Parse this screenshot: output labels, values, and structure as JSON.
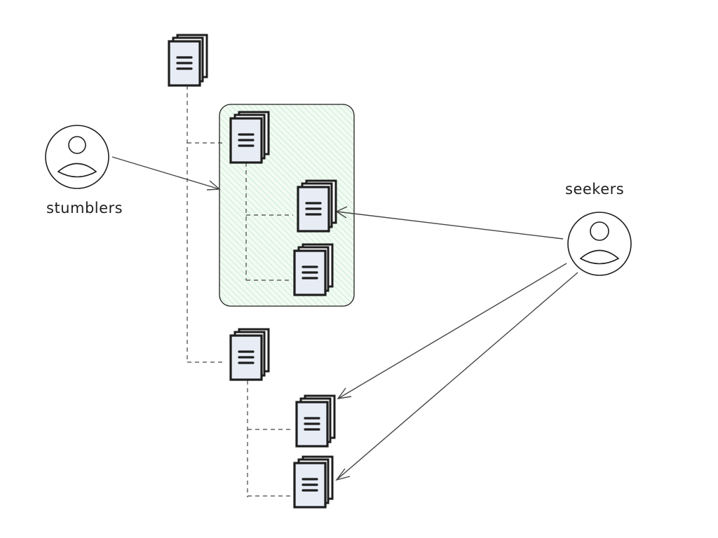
{
  "diagram": {
    "actors": [
      {
        "id": "stumblers",
        "label": "stumblers",
        "icon": "user-icon"
      },
      {
        "id": "seekers",
        "label": "seekers",
        "icon": "user-icon"
      }
    ],
    "documents": [
      {
        "id": "doc-root",
        "icon": "document-stack-icon",
        "group": null
      },
      {
        "id": "doc-a",
        "icon": "document-stack-icon",
        "group": "highlighted"
      },
      {
        "id": "doc-a1",
        "icon": "document-stack-icon",
        "group": "highlighted"
      },
      {
        "id": "doc-a2",
        "icon": "document-stack-icon",
        "group": "highlighted"
      },
      {
        "id": "doc-b",
        "icon": "document-stack-icon",
        "group": null
      },
      {
        "id": "doc-b1",
        "icon": "document-stack-icon",
        "group": null
      },
      {
        "id": "doc-b2",
        "icon": "document-stack-icon",
        "group": null
      }
    ],
    "group": {
      "id": "highlighted",
      "fill": "#d3f0d8",
      "stroke": "#1e1e1e"
    },
    "tree_edges": [
      {
        "from": "doc-root",
        "to": "doc-a",
        "style": "dashed"
      },
      {
        "from": "doc-root",
        "to": "doc-b",
        "style": "dashed"
      },
      {
        "from": "doc-a",
        "to": "doc-a1",
        "style": "dashed"
      },
      {
        "from": "doc-a",
        "to": "doc-a2",
        "style": "dashed"
      },
      {
        "from": "doc-b",
        "to": "doc-b1",
        "style": "dashed"
      },
      {
        "from": "doc-b",
        "to": "doc-b2",
        "style": "dashed"
      }
    ],
    "arrows": [
      {
        "from": "stumblers",
        "to": "highlighted"
      },
      {
        "from": "seekers",
        "to": "doc-a1"
      },
      {
        "from": "seekers",
        "to": "doc-b1"
      },
      {
        "from": "seekers",
        "to": "doc-b2"
      }
    ],
    "colors": {
      "stroke": "#1e1e1e",
      "doc_fill": "#e7ecf5",
      "group_fill": "#d3f0d8",
      "line": "#444444"
    }
  }
}
